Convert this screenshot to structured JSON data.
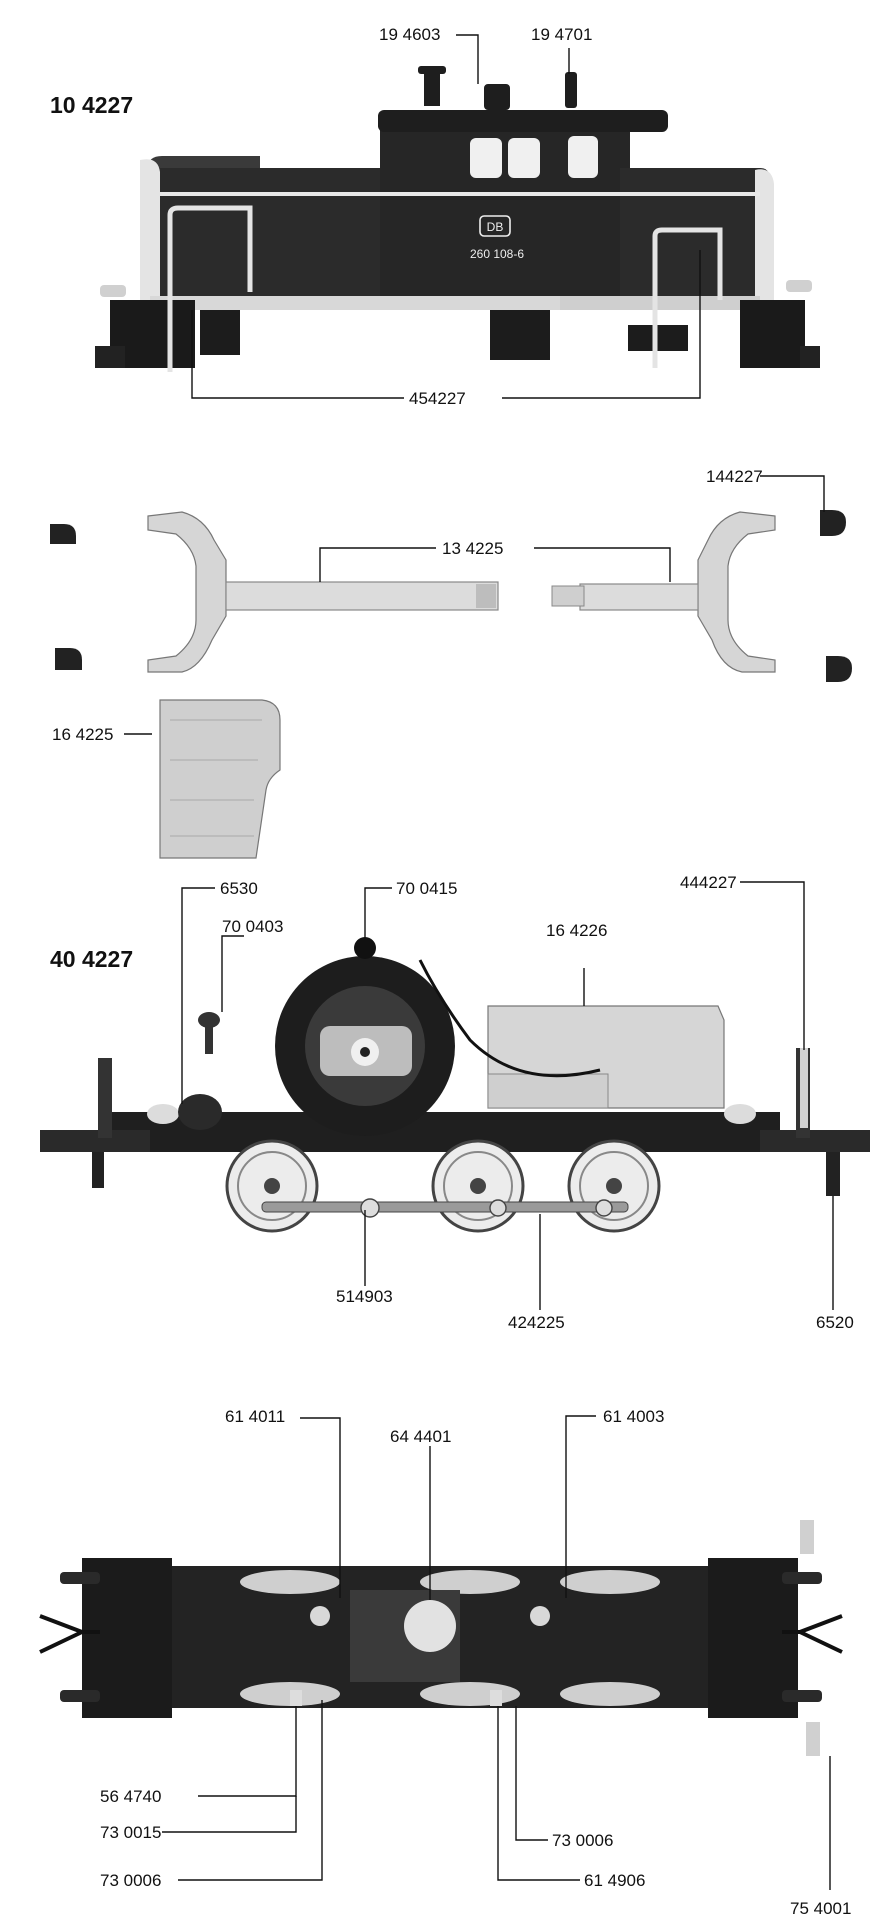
{
  "assemblies": {
    "body_number": "10 4227",
    "chassis_number": "40 4227"
  },
  "loco_markings": {
    "db_logo": "DB",
    "running_number": "260 108-6"
  },
  "labels": {
    "p194603": "19 4603",
    "p194701": "19 4701",
    "p454227": "454227",
    "p144227": "144227",
    "p134225": "13 4225",
    "p164225": "16 4225",
    "p6530": "6530",
    "p700415": "70 0415",
    "p444227": "444227",
    "p700403": "70 0403",
    "p164226": "16 4226",
    "p514903": "514903",
    "p424225": "424225",
    "p6520": "6520",
    "p614011": "61 4011",
    "p644401": "64 4401",
    "p614003": "61 4003",
    "p564740": "56 4740",
    "p730015": "73 0015",
    "p730006a": "73 0006",
    "p730006b": "73 0006",
    "p614906": "61 4906",
    "p754001": "75 4001"
  }
}
